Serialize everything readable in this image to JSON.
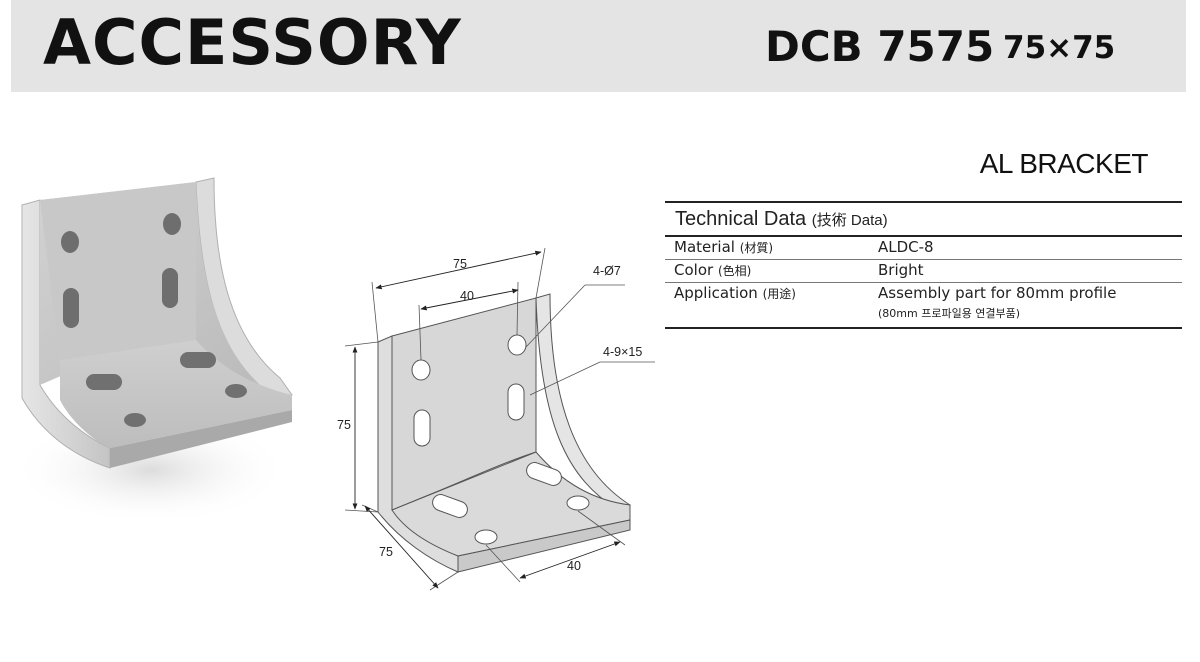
{
  "header": {
    "title": "ACCESSORY",
    "model_code": "DCB 7575",
    "model_size": "75×75"
  },
  "product": {
    "name": "AL BRACKET"
  },
  "spec": {
    "heading": "Technical Data",
    "heading_sub": "(技術  Data)",
    "rows": [
      {
        "label": "Material",
        "label_sub": "(材質)",
        "value": "ALDC-8"
      },
      {
        "label": "Color",
        "label_sub": "(色相)",
        "value": "Bright"
      },
      {
        "label": "Application",
        "label_sub": "(用途)",
        "value": "Assembly part for 80mm profile"
      }
    ],
    "note": "(80mm 프로파일용  연결부품)"
  },
  "drawing": {
    "dim_top_outer": "75",
    "dim_top_inner": "40",
    "dim_height": "75",
    "dim_depth": "75",
    "dim_bottom_inner": "40",
    "hole_round": "4-Ø7",
    "hole_slot": "4-9×15"
  }
}
